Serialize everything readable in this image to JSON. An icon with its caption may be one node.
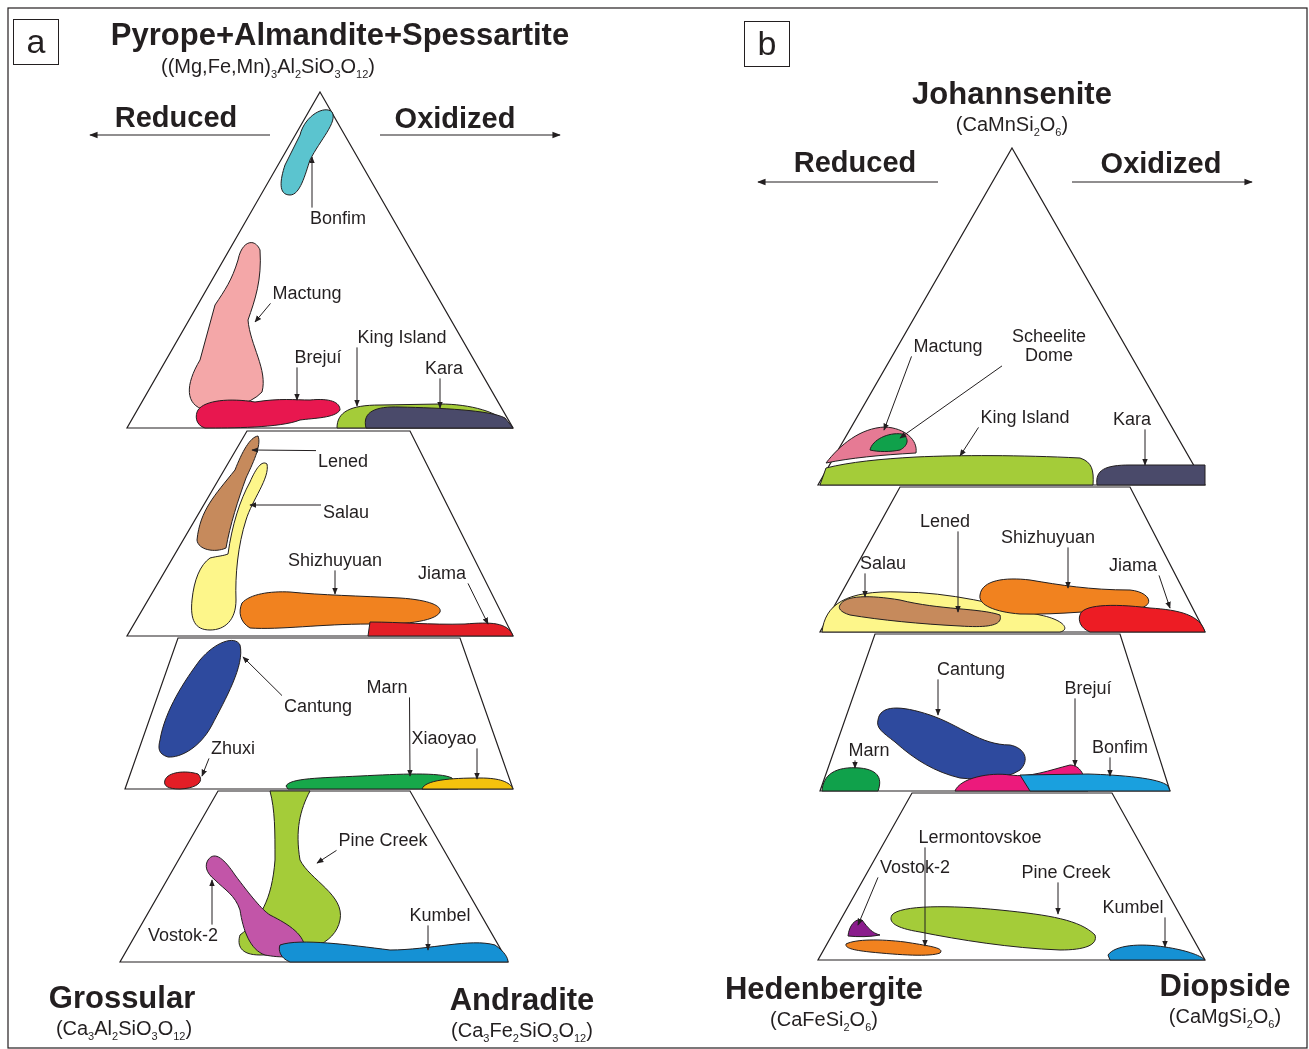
{
  "diagram": {
    "nodes": [
      {
        "text": [
          "a"
        ]
      },
      {
        "text": [
          "Bonfim"
        ]
      },
      {
        "text": [],
        "shape": "blob"
      },
      {
        "text": [
          "Mactung"
        ]
      },
      {
        "text": [],
        "shape": "blob"
      },
      {
        "text": [
          "Brejuí"
        ]
      },
      {
        "text": [],
        "shape": "blob"
      },
      {
        "text": [
          "King Island"
        ]
      },
      {
        "text": [],
        "shape": "blob"
      },
      {
        "text": [
          "Kara"
        ]
      },
      {
        "text": [],
        "shape": "blob",
        "in": 8
      },
      {
        "text": [
          "Lened"
        ]
      },
      {
        "text": [],
        "shape": "blob"
      },
      {
        "text": [
          "Salau"
        ]
      },
      {
        "text": [],
        "shape": "blob"
      },
      {
        "text": [
          "Shizhuyuan"
        ]
      },
      {
        "text": [],
        "shape": "blob"
      },
      {
        "text": [
          "Jiama"
        ]
      },
      {
        "text": [],
        "shape": "blob"
      },
      {
        "text": [
          "Cantung"
        ]
      },
      {
        "text": [],
        "shape": "blob"
      },
      {
        "text": [
          "Zhuxi"
        ]
      },
      {
        "text": [],
        "shape": "blob"
      },
      {
        "text": [
          "Marn"
        ]
      },
      {
        "text": [],
        "shape": "blob"
      },
      {
        "text": [
          "Xiaoyao"
        ]
      },
      {
        "text": [],
        "shape": "blob"
      },
      {
        "text": [
          "Pine Creek"
        ]
      },
      {
        "text": [],
        "shape": "blob"
      },
      {
        "text": [
          "Vostok-2"
        ]
      },
      {
        "text": [],
        "shape": "blob"
      },
      {
        "text": [
          "Kumbel"
        ]
      },
      {
        "text": [],
        "shape": "blob"
      },
      {
        "text": [
          "b"
        ]
      },
      {
        "text": [
          "Mactung"
        ]
      },
      {
        "text": [],
        "shape": "blob"
      },
      {
        "text": [
          "Scheelite Dome"
        ]
      },
      {
        "text": [],
        "shape": "blob",
        "in": 35
      },
      {
        "text": [
          "King Island"
        ]
      },
      {
        "text": [],
        "shape": "blob"
      },
      {
        "text": [
          "Kara"
        ]
      },
      {
        "text": [],
        "shape": "blob"
      },
      {
        "text": [
          "Salau"
        ]
      },
      {
        "text": [],
        "shape": "blob"
      },
      {
        "text": [
          "Lened"
        ]
      },
      {
        "text": [],
        "shape": "blob",
        "in": 43
      },
      {
        "text": [
          "Shizhuyuan"
        ]
      },
      {
        "text": [],
        "shape": "blob"
      },
      {
        "text": [
          "Jiama"
        ]
      },
      {
        "text": [],
        "shape": "blob"
      },
      {
        "text": [
          "Cantung"
        ]
      },
      {
        "text": [],
        "shape": "blob"
      },
      {
        "text": [
          "Brejuí"
        ]
      },
      {
        "text": [],
        "shape": "blob"
      },
      {
        "text": [
          "Marn"
        ]
      },
      {
        "text": [],
        "shape": "blob"
      },
      {
        "text": [
          "Bonfim"
        ]
      },
      {
        "text": [],
        "shape": "blob"
      },
      {
        "text": [
          "Lermontovskoe"
        ]
      },
      {
        "text": [],
        "shape": "blob"
      },
      {
        "text": [
          "Vostok-2"
        ]
      },
      {
        "text": [],
        "shape": "blob"
      },
      {
        "text": [
          "Pine Creek"
        ]
      },
      {
        "text": [],
        "shape": "blob"
      },
      {
        "text": [
          "Kumbel"
        ]
      },
      {
        "text": [],
        "shape": "blob"
      }
    ],
    "edges": [
      {
        "from": 1,
        "to": 2,
        "arrow": "to"
      },
      {
        "from": 3,
        "to": 4,
        "arrow": "to"
      },
      {
        "from": 5,
        "to": 6,
        "arrow": "to"
      },
      {
        "from": 7,
        "to": 8,
        "arrow": "to"
      },
      {
        "from": 9,
        "to": 10,
        "arrow": "to"
      },
      {
        "from": 11,
        "to": 12,
        "arrow": "to"
      },
      {
        "from": 13,
        "to": 14,
        "arrow": "to"
      },
      {
        "from": 15,
        "to": 16,
        "arrow": "to"
      },
      {
        "from": 17,
        "to": 18,
        "arrow": "to"
      },
      {
        "from": 19,
        "to": 20,
        "arrow": "to"
      },
      {
        "from": 21,
        "to": 22,
        "arrow": "to"
      },
      {
        "from": 23,
        "to": 24,
        "arrow": "to"
      },
      {
        "from": 25,
        "to": 26,
        "arrow": "to"
      },
      {
        "from": 27,
        "to": 28,
        "arrow": "to"
      },
      {
        "from": 29,
        "to": 30,
        "arrow": "to"
      },
      {
        "from": 31,
        "to": 32,
        "arrow": "to"
      },
      {
        "from": 34,
        "to": 35,
        "arrow": "to"
      },
      {
        "from": 36,
        "to": 37,
        "arrow": "to"
      },
      {
        "from": 38,
        "to": 39,
        "arrow": "to"
      },
      {
        "from": 40,
        "to": 41,
        "arrow": "to"
      },
      {
        "from": 42,
        "to": 43,
        "arrow": "to"
      },
      {
        "from": 44,
        "to": 45,
        "arrow": "to"
      },
      {
        "from": 46,
        "to": 47,
        "arrow": "to"
      },
      {
        "from": 48,
        "to": 49,
        "arrow": "to"
      },
      {
        "from": 50,
        "to": 51,
        "arrow": "to"
      },
      {
        "from": 52,
        "to": 53,
        "arrow": "to"
      },
      {
        "from": 54,
        "to": 55,
        "arrow": "to"
      },
      {
        "from": 56,
        "to": 57,
        "arrow": "to"
      },
      {
        "from": 58,
        "to": 59,
        "arrow": "to"
      },
      {
        "from": 60,
        "to": 61,
        "arrow": "to"
      },
      {
        "from": 62,
        "to": 63,
        "arrow": "to"
      },
      {
        "from": 64,
        "to": 65,
        "arrow": "to"
      }
    ],
    "labels": [
      "Pyrope+Almandite+Spessartite",
      "((Mg,Fe,Mn)$_{3}$Al$_{2}$SiO$_{3}$O$_{12}$)",
      "Reduced",
      "Oxidized",
      "Grossular",
      "(Ca$_{3}$Al$_{2}$SiO$_{3}$O$_{12}$)",
      "Andradite",
      "(Ca$_{3}$Fe$_{2}$SiO$_{3}$O$_{12}$)",
      "Johannsenite",
      "(CaMnSi$_{2}$O$_{6}$)",
      "Reduced",
      "Oxidized",
      "Hedenbergite",
      "(CaFeSi$_{2}$O$_{6}$)",
      "Diopside",
      "(CaMgSi$_{2}$O$_{6}$)"
    ]
  }
}
